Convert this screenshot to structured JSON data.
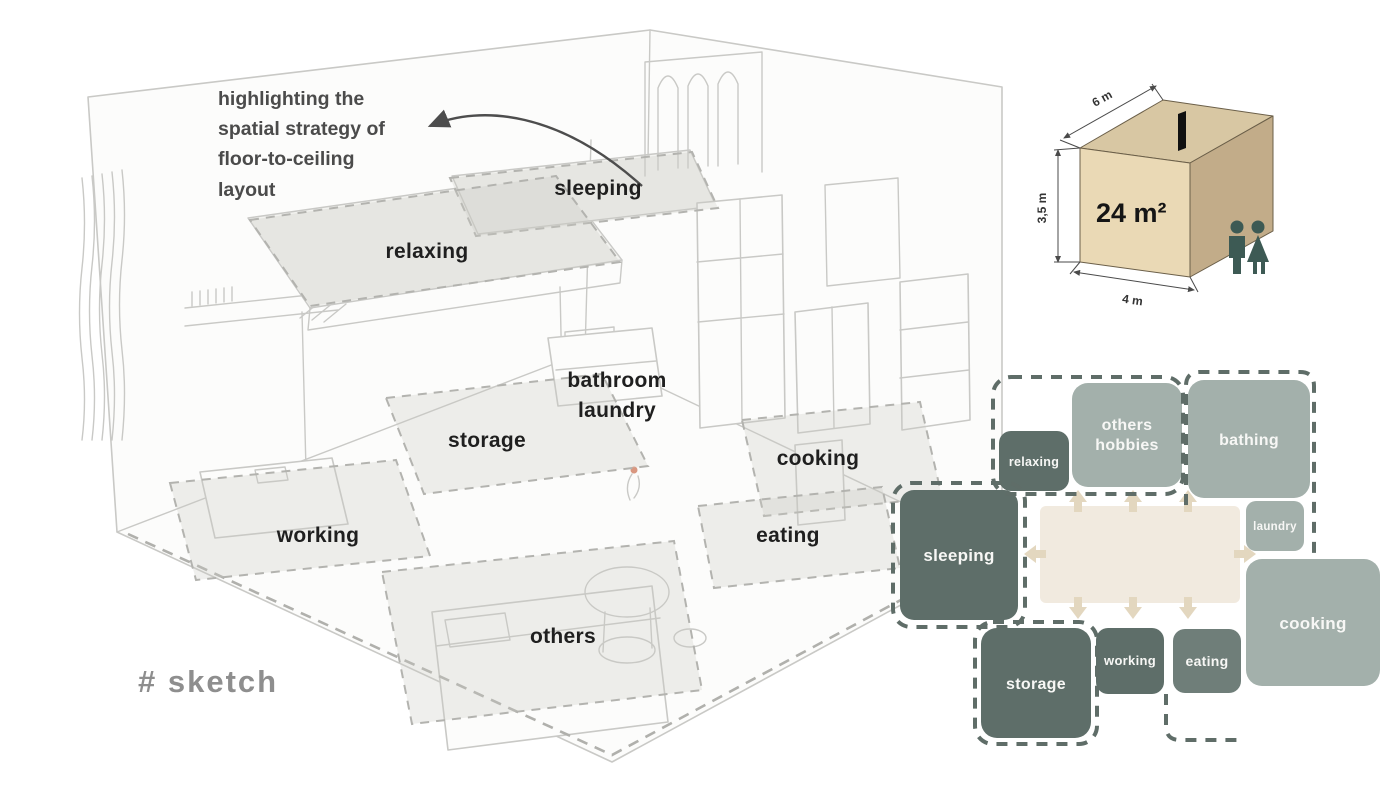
{
  "colors": {
    "block_dark": "#5e6e69",
    "block_medium": "#6f7e79",
    "block_light": "#a3b0ab",
    "center_beige": "#f1eadf",
    "arrow_beige": "#e3d7bf",
    "dash": "#5f6d68",
    "box_front": "#ead9b5",
    "box_top": "#d8c7a3",
    "box_side": "#c2ac89",
    "people": "#3d5a54",
    "sketch_line": "#c9c9c6",
    "label": "#1f1f1f",
    "muted": "#8e8e8e"
  },
  "sketch": {
    "annotation": "highlighting the spatial strategy of floor-to-ceiling layout",
    "hashtag": "# sketch",
    "zones": {
      "sleeping": "sleeping",
      "relaxing": "relaxing",
      "bathroom_line1": "bathroom",
      "bathroom_line2": "laundry",
      "storage": "storage",
      "cooking": "cooking",
      "eating": "eating",
      "working": "working",
      "others": "others"
    }
  },
  "volume_box": {
    "area": "24 m²",
    "dim_depth": "6 m",
    "dim_height": "3,5 m",
    "dim_width": "4 m"
  },
  "bubble": {
    "labels": {
      "relaxing": "relaxing",
      "others_line1": "others",
      "others_line2": "hobbies",
      "bathing": "bathing",
      "laundry": "laundry",
      "sleeping": "sleeping",
      "cooking": "cooking",
      "eating": "eating",
      "working": "working",
      "storage": "storage"
    }
  }
}
